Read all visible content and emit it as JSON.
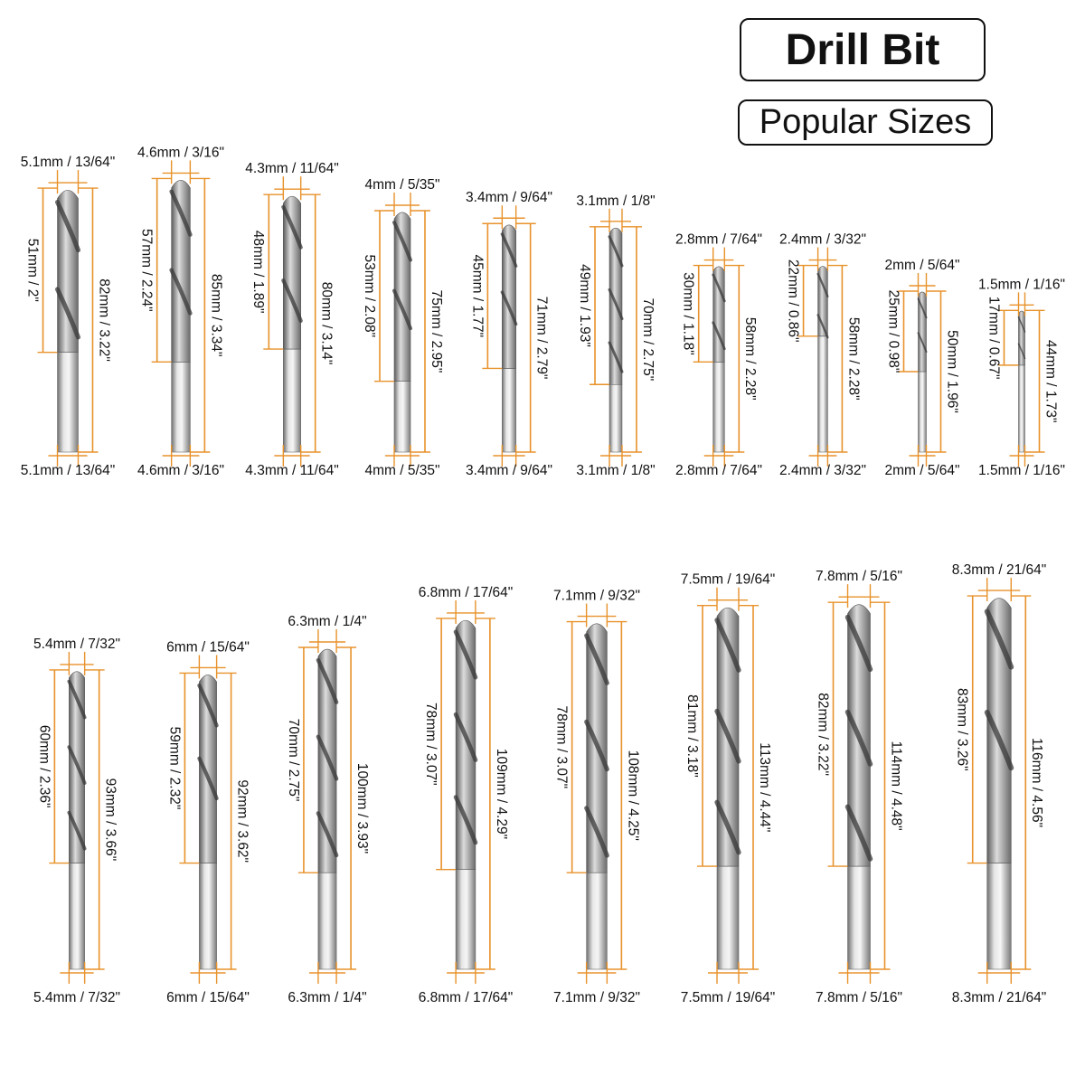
{
  "header": {
    "title": "Drill Bit",
    "subtitle": "Popular Sizes"
  },
  "colors": {
    "dimension_line": "#e8922b",
    "bit_light": "#e4e4e4",
    "bit_dark": "#6a6a6a",
    "text": "#111111"
  },
  "rows": [
    {
      "bits": [
        {
          "size": "5.1mm / 13/64\"",
          "flute": "51mm / 2\"",
          "total": "82mm / 3.22\"",
          "flute_mm": 51,
          "total_mm": 82,
          "dia_mm": 5.1
        },
        {
          "size": "4.6mm / 3/16\"",
          "flute": "57mm / 2.24\"",
          "total": "85mm / 3.34\"",
          "flute_mm": 57,
          "total_mm": 85,
          "dia_mm": 4.6
        },
        {
          "size": "4.3mm / 11/64\"",
          "flute": "48mm / 1.89\"",
          "total": "80mm / 3.14\"",
          "flute_mm": 48,
          "total_mm": 80,
          "dia_mm": 4.3
        },
        {
          "size": "4mm / 5/35\"",
          "flute": "53mm / 2.08\"",
          "total": "75mm / 2.95\"",
          "flute_mm": 53,
          "total_mm": 75,
          "dia_mm": 4.0
        },
        {
          "size": "3.4mm / 9/64\"",
          "flute": "45mm / 1.77\"",
          "total": "71mm / 2.79\"",
          "flute_mm": 45,
          "total_mm": 71,
          "dia_mm": 3.4
        },
        {
          "size": "3.1mm / 1/8\"",
          "flute": "49mm / 1.93\"",
          "total": "70mm / 2.75\"",
          "flute_mm": 49,
          "total_mm": 70,
          "dia_mm": 3.1
        },
        {
          "size": "2.8mm / 7/64\"",
          "flute": "30mm / 1.18\"",
          "total": "58mm / 2.28\"",
          "flute_mm": 30,
          "total_mm": 58,
          "dia_mm": 2.8
        },
        {
          "size": "2.4mm / 3/32\"",
          "flute": "22mm / 0.86\"",
          "total": "58mm / 2.28\"",
          "flute_mm": 22,
          "total_mm": 58,
          "dia_mm": 2.4
        },
        {
          "size": "2mm / 5/64\"",
          "flute": "25mm / 0.98\"",
          "total": "50mm / 1.96\"",
          "flute_mm": 25,
          "total_mm": 50,
          "dia_mm": 2.0
        },
        {
          "size": "1.5mm / 1/16\"",
          "flute": "17mm / 0.67\"",
          "total": "44mm / 1.73\"",
          "flute_mm": 17,
          "total_mm": 44,
          "dia_mm": 1.5
        }
      ]
    },
    {
      "bits": [
        {
          "size": "5.4mm / 7/32\"",
          "flute": "60mm / 2.36\"",
          "total": "93mm / 3.66\"",
          "flute_mm": 60,
          "total_mm": 93,
          "dia_mm": 5.4
        },
        {
          "size": "6mm / 15/64\"",
          "flute": "59mm / 2.32\"",
          "total": "92mm / 3.62\"",
          "flute_mm": 59,
          "total_mm": 92,
          "dia_mm": 6.0
        },
        {
          "size": "6.3mm / 1/4\"",
          "flute": "70mm / 2.75\"",
          "total": "100mm / 3.93\"",
          "flute_mm": 70,
          "total_mm": 100,
          "dia_mm": 6.3
        },
        {
          "size": "6.8mm / 17/64\"",
          "flute": "78mm / 3.07\"",
          "total": "109mm / 4.29\"",
          "flute_mm": 78,
          "total_mm": 109,
          "dia_mm": 6.8
        },
        {
          "size": "7.1mm / 9/32\"",
          "flute": "78mm / 3.07\"",
          "total": "108mm / 4.25\"",
          "flute_mm": 78,
          "total_mm": 108,
          "dia_mm": 7.1
        },
        {
          "size": "7.5mm / 19/64\"",
          "flute": "81mm / 3.18\"",
          "total": "113mm / 4.44\"",
          "flute_mm": 81,
          "total_mm": 113,
          "dia_mm": 7.5
        },
        {
          "size": "7.8mm / 5/16\"",
          "flute": "82mm / 3.22\"",
          "total": "114mm / 4.48\"",
          "flute_mm": 82,
          "total_mm": 114,
          "dia_mm": 7.8
        },
        {
          "size": "8.3mm / 21/64\"",
          "flute": "83mm / 3.26\"",
          "total": "116mm / 4.56\"",
          "flute_mm": 83,
          "total_mm": 116,
          "dia_mm": 8.3
        }
      ]
    }
  ]
}
